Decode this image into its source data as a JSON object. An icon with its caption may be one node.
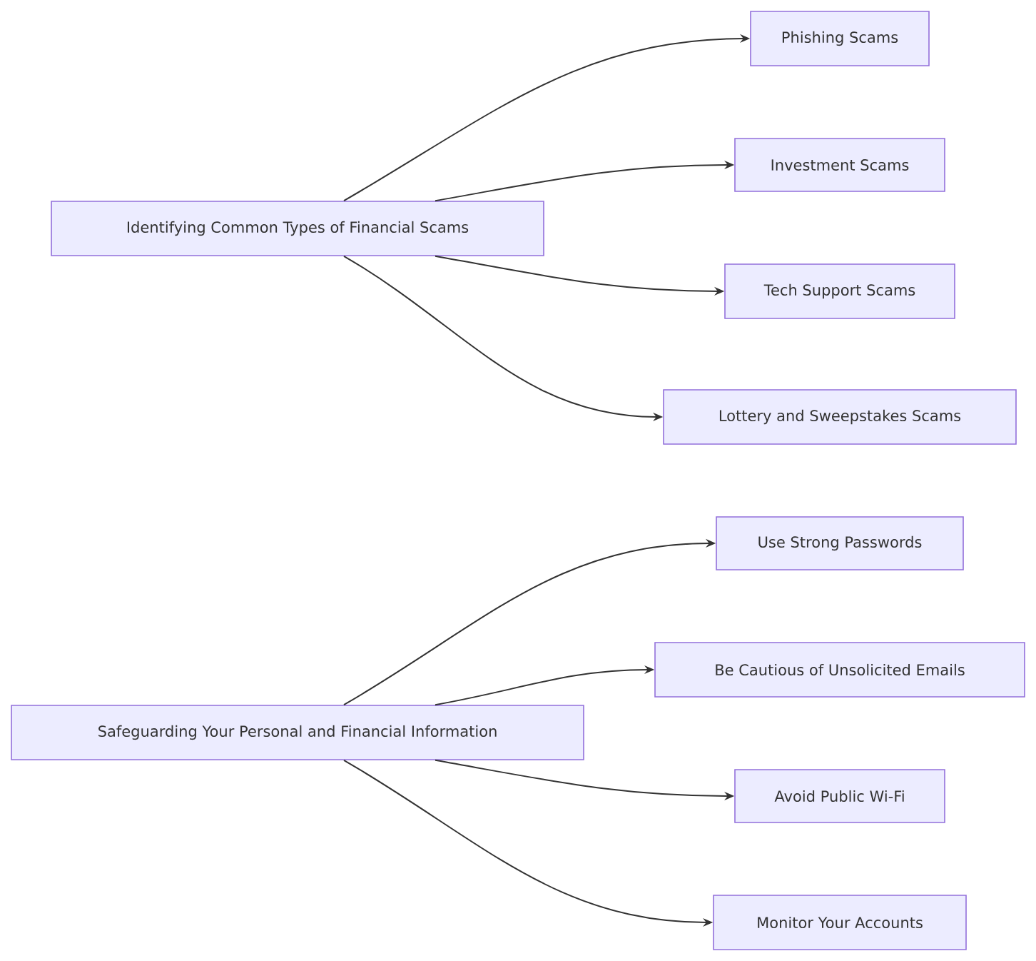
{
  "diagram": {
    "nodes": [
      {
        "text": [
          "Identifying Common Types of Financial Scams"
        ]
      },
      {
        "text": [
          "Phishing Scams"
        ]
      },
      {
        "text": [
          "Investment Scams"
        ]
      },
      {
        "text": [
          "Tech Support Scams"
        ]
      },
      {
        "text": [
          "Lottery and Sweepstakes Scams"
        ]
      },
      {
        "text": [
          "Safeguarding Your Personal and Financial Information"
        ]
      },
      {
        "text": [
          "Use Strong Passwords"
        ]
      },
      {
        "text": [
          "Be Cautious of Unsolicited Emails"
        ]
      },
      {
        "text": [
          "Avoid Public Wi-Fi"
        ]
      },
      {
        "text": [
          "Monitor Your Accounts"
        ]
      }
    ],
    "edges": [
      {
        "from": 0,
        "to": 1,
        "arrow": "to"
      },
      {
        "from": 0,
        "to": 2,
        "arrow": "to"
      },
      {
        "from": 0,
        "to": 3,
        "arrow": "to"
      },
      {
        "from": 0,
        "to": 4,
        "arrow": "to"
      },
      {
        "from": 5,
        "to": 6,
        "arrow": "to"
      },
      {
        "from": 5,
        "to": 7,
        "arrow": "to"
      },
      {
        "from": 5,
        "to": 8,
        "arrow": "to"
      },
      {
        "from": 5,
        "to": 9,
        "arrow": "to"
      }
    ]
  }
}
